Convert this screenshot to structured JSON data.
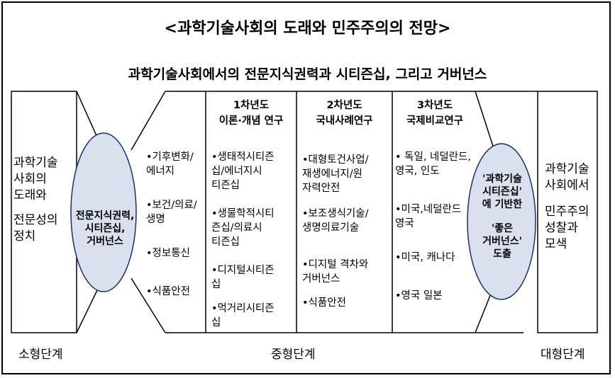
{
  "title": "<과학기술사회의 도래와 민주주의의 전망>",
  "subtitle": "과학기술사회에서의 전문지식권력과 시티즌십, 그리고 거버넌스",
  "left_box": {
    "line1": "과학기술",
    "line2": "사회의",
    "line3": "도래와",
    "line4": "전문성의",
    "line5": "정치"
  },
  "left_ellipse": {
    "line1": "전문지식권력,",
    "line2": "시티즌십,",
    "line3": "거버넌스"
  },
  "topics": {
    "t1": "•기후변화/",
    "t1b": "에너지",
    "t2": "•보건/의료/",
    "t2b": "생명",
    "t3": "•정보통신",
    "t4": "•식품안전"
  },
  "col1": {
    "year": "1차년도",
    "title": "이론·개념 연구",
    "i1a": "•생태적시티즌",
    "i1b": "십/에너지시",
    "i1c": "티즌십",
    "i2a": "•생물학적시티",
    "i2b": "즌십/의료시",
    "i2c": "티즌십",
    "i3a": "•디지털시티즌",
    "i3b": "십",
    "i4a": "•먹거리시티즌",
    "i4b": "십"
  },
  "col2": {
    "year": "2차년도",
    "title": "국내사례연구",
    "i1a": "•대형토건사업/",
    "i1b": "재생에너지/원",
    "i1c": "자력안전",
    "i2a": "•보조생식기술/",
    "i2b": "생명의료기술",
    "i3a": "•디지털 격차와",
    "i3b": "거버넌스",
    "i4a": "•식품안전"
  },
  "col3": {
    "year": "3차년도",
    "title": "국제비교연구",
    "i1a": "• 독일, 네덜란드,",
    "i1b": "영국, 인도",
    "i2a": "•미국,네덜란드",
    "i2b": "영국",
    "i3a": "•미국, 캐나다",
    "i4a": "•영국 일본"
  },
  "right_ellipse": {
    "line1": "'과학기술",
    "line2": "시티즌십'",
    "line3": "에 기반한",
    "line4": "'좋은",
    "line5": "거버넌스'",
    "line6": "도출"
  },
  "right_box": {
    "line1": "과학기술",
    "line2": "사회에서",
    "line3": "민주주의",
    "line4": "성찰과",
    "line5": "모색"
  },
  "stages": {
    "small": "소형단계",
    "medium": "중형단계",
    "large": "대형단계"
  },
  "colors": {
    "ellipse_fill": "#d9e1ef",
    "ellipse_stroke": "#1f2f6b",
    "line": "#000000"
  }
}
